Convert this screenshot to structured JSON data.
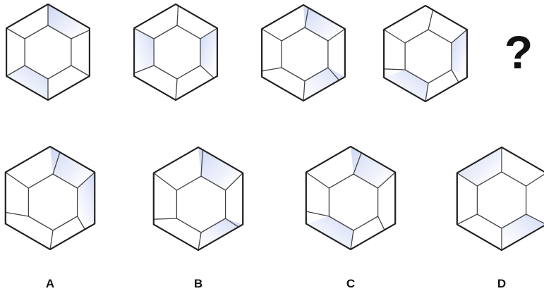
{
  "question_mark": "?",
  "option_labels": [
    "A",
    "B",
    "C",
    "D"
  ],
  "colors": {
    "background": "#ffffff",
    "outline": "#222222",
    "face_tint": "#c8d2f3"
  }
}
